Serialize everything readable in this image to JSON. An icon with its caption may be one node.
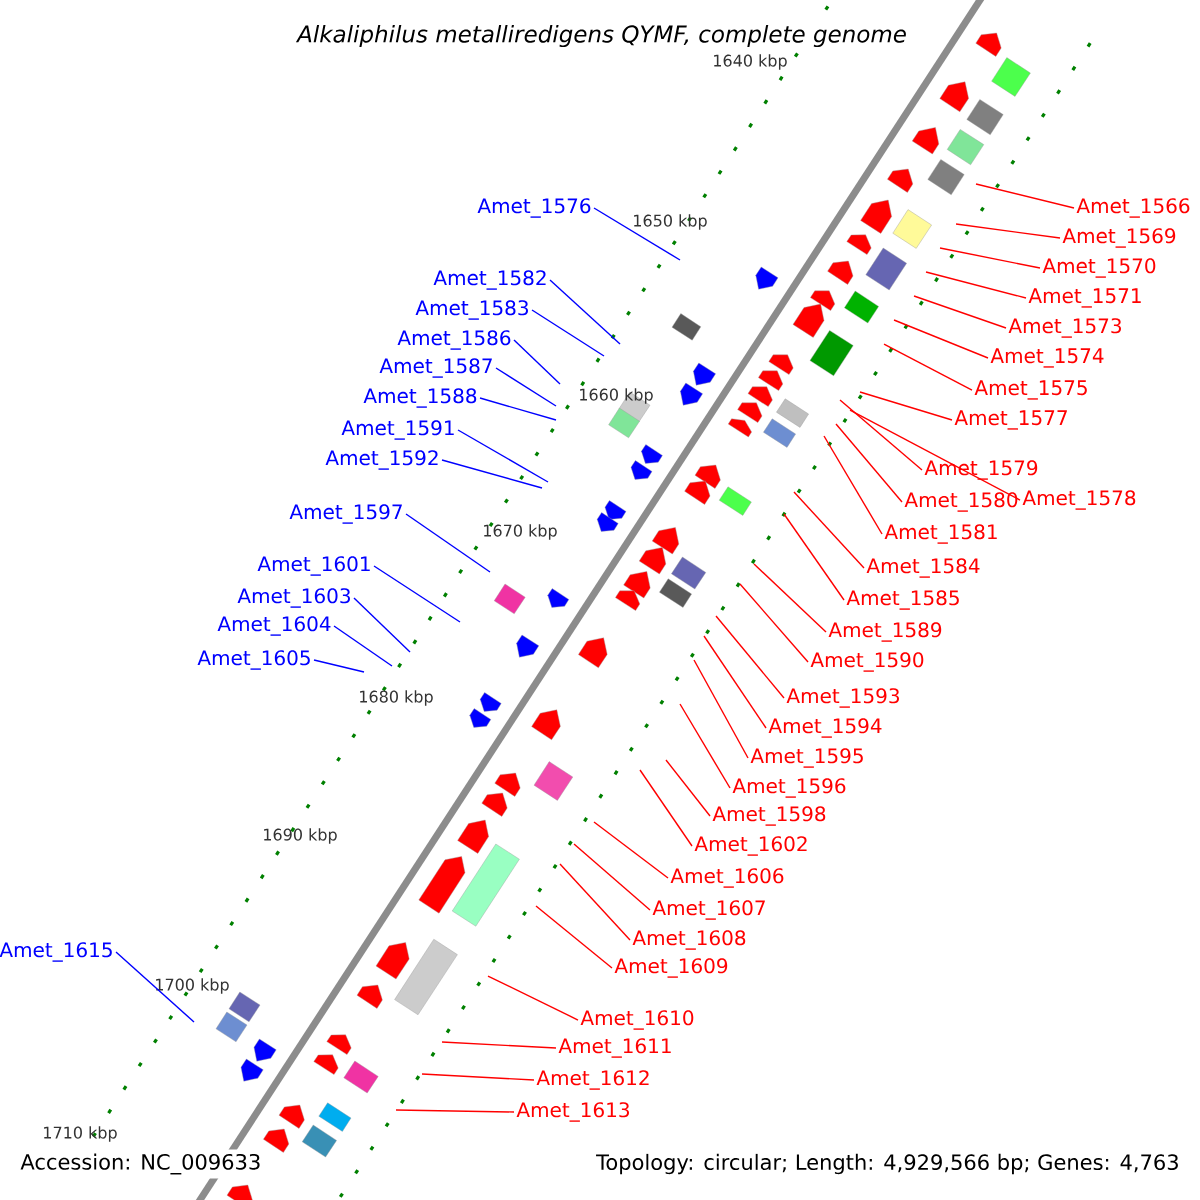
{
  "diagram": {
    "title": "Alkaliphilus metalliredigens QYMF, complete genome",
    "nodes": [
      {
        "text": [
          "Amet_1576"
        ]
      },
      {
        "text": [
          "Amet_1582"
        ]
      },
      {
        "text": [
          "Amet_1583"
        ]
      },
      {
        "text": [
          "Amet_1586"
        ]
      },
      {
        "text": [
          "Amet_1587"
        ]
      },
      {
        "text": [
          "Amet_1588"
        ]
      },
      {
        "text": [
          "Amet_1591"
        ]
      },
      {
        "text": [
          "Amet_1592"
        ]
      },
      {
        "text": [
          "Amet_1597"
        ]
      },
      {
        "text": [
          "Amet_1601"
        ]
      },
      {
        "text": [
          "Amet_1603"
        ]
      },
      {
        "text": [
          "Amet_1604"
        ]
      },
      {
        "text": [
          "Amet_1605"
        ]
      },
      {
        "text": [
          "Amet_1615"
        ]
      },
      {
        "text": [
          "Amet_1566"
        ]
      },
      {
        "text": [
          "Amet_1569"
        ]
      },
      {
        "text": [
          "Amet_1570"
        ]
      },
      {
        "text": [
          "Amet_1571"
        ]
      },
      {
        "text": [
          "Amet_1573"
        ]
      },
      {
        "text": [
          "Amet_1574"
        ]
      },
      {
        "text": [
          "Amet_1575"
        ]
      },
      {
        "text": [
          "Amet_1577"
        ]
      },
      {
        "text": [
          "Amet_1579"
        ]
      },
      {
        "text": [
          "Amet_1578"
        ]
      },
      {
        "text": [
          "Amet_1580"
        ]
      },
      {
        "text": [
          "Amet_1581"
        ]
      },
      {
        "text": [
          "Amet_1584"
        ]
      },
      {
        "text": [
          "Amet_1585"
        ]
      },
      {
        "text": [
          "Amet_1589"
        ]
      },
      {
        "text": [
          "Amet_1590"
        ]
      },
      {
        "text": [
          "Amet_1593"
        ]
      },
      {
        "text": [
          "Amet_1594"
        ]
      },
      {
        "text": [
          "Amet_1595"
        ]
      },
      {
        "text": [
          "Amet_1596"
        ]
      },
      {
        "text": [
          "Amet_1598"
        ]
      },
      {
        "text": [
          "Amet_1602"
        ]
      },
      {
        "text": [
          "Amet_1606"
        ]
      },
      {
        "text": [
          "Amet_1607"
        ]
      },
      {
        "text": [
          "Amet_1608"
        ]
      },
      {
        "text": [
          "Amet_1609"
        ]
      },
      {
        "text": [
          "Amet_1610"
        ]
      },
      {
        "text": [
          "Amet_1611"
        ]
      },
      {
        "text": [
          "Amet_1612"
        ]
      },
      {
        "text": [
          "Amet_1613"
        ]
      }
    ],
    "edges": [
      {
        "from": 0,
        "to": null,
        "arrow": "none",
        "color": "#0000ff"
      },
      {
        "from": 1,
        "to": null,
        "arrow": "none",
        "color": "#0000ff"
      },
      {
        "from": 2,
        "to": null,
        "arrow": "none",
        "color": "#0000ff"
      },
      {
        "from": 3,
        "to": null,
        "arrow": "none",
        "color": "#0000ff"
      },
      {
        "from": 4,
        "to": null,
        "arrow": "none",
        "color": "#0000ff"
      },
      {
        "from": 5,
        "to": null,
        "arrow": "none",
        "color": "#0000ff"
      },
      {
        "from": 6,
        "to": null,
        "arrow": "none",
        "color": "#0000ff"
      },
      {
        "from": 7,
        "to": null,
        "arrow": "none",
        "color": "#0000ff"
      },
      {
        "from": 8,
        "to": null,
        "arrow": "none",
        "color": "#0000ff"
      },
      {
        "from": 9,
        "to": null,
        "arrow": "none",
        "color": "#0000ff"
      },
      {
        "from": 10,
        "to": null,
        "arrow": "none",
        "color": "#0000ff"
      },
      {
        "from": 11,
        "to": null,
        "arrow": "none",
        "color": "#0000ff"
      },
      {
        "from": 12,
        "to": null,
        "arrow": "none",
        "color": "#0000ff"
      },
      {
        "from": 13,
        "to": null,
        "arrow": "none",
        "color": "#0000ff"
      },
      {
        "from": 14,
        "to": null,
        "arrow": "none"
      },
      {
        "from": 15,
        "to": null,
        "arrow": "none"
      },
      {
        "from": 16,
        "to": null,
        "arrow": "none"
      },
      {
        "from": 17,
        "to": null,
        "arrow": "none"
      },
      {
        "from": 18,
        "to": null,
        "arrow": "none"
      },
      {
        "from": 19,
        "to": null,
        "arrow": "none"
      },
      {
        "from": 20,
        "to": null,
        "arrow": "none"
      },
      {
        "from": 21,
        "to": null,
        "arrow": "none"
      },
      {
        "from": 22,
        "to": null,
        "arrow": "none"
      },
      {
        "from": 23,
        "to": null,
        "arrow": "none"
      },
      {
        "from": 24,
        "to": null,
        "arrow": "none"
      },
      {
        "from": 25,
        "to": null,
        "arrow": "none"
      },
      {
        "from": 26,
        "to": null,
        "arrow": "none"
      },
      {
        "from": 27,
        "to": null,
        "arrow": "none"
      },
      {
        "from": 28,
        "to": null,
        "arrow": "none"
      },
      {
        "from": 29,
        "to": null,
        "arrow": "none"
      },
      {
        "from": 30,
        "to": null,
        "arrow": "none"
      },
      {
        "from": 31,
        "to": null,
        "arrow": "none"
      },
      {
        "from": 32,
        "to": null,
        "arrow": "none"
      },
      {
        "from": 33,
        "to": null,
        "arrow": "none"
      },
      {
        "from": 34,
        "to": null,
        "arrow": "none"
      },
      {
        "from": 35,
        "to": null,
        "arrow": "none"
      },
      {
        "from": 36,
        "to": null,
        "arrow": "none"
      },
      {
        "from": 37,
        "to": null,
        "arrow": "none"
      },
      {
        "from": 38,
        "to": null,
        "arrow": "none"
      },
      {
        "from": 39,
        "to": null,
        "arrow": "none"
      },
      {
        "from": 40,
        "to": null,
        "arrow": "none"
      },
      {
        "from": 41,
        "to": null,
        "arrow": "none"
      },
      {
        "from": 42,
        "to": null,
        "arrow": "none"
      },
      {
        "from": 43,
        "to": null,
        "arrow": "none"
      }
    ],
    "labels": [
      "1640 kbp",
      "1650 kbp",
      "1660 kbp",
      "1670 kbp",
      "1680 kbp",
      "1690 kbp",
      "1700 kbp",
      "1710 kbp",
      "Accession: NC_009633",
      "Topology: circular; Length: 4,929,566 bp; Genes: 4,763"
    ]
  }
}
